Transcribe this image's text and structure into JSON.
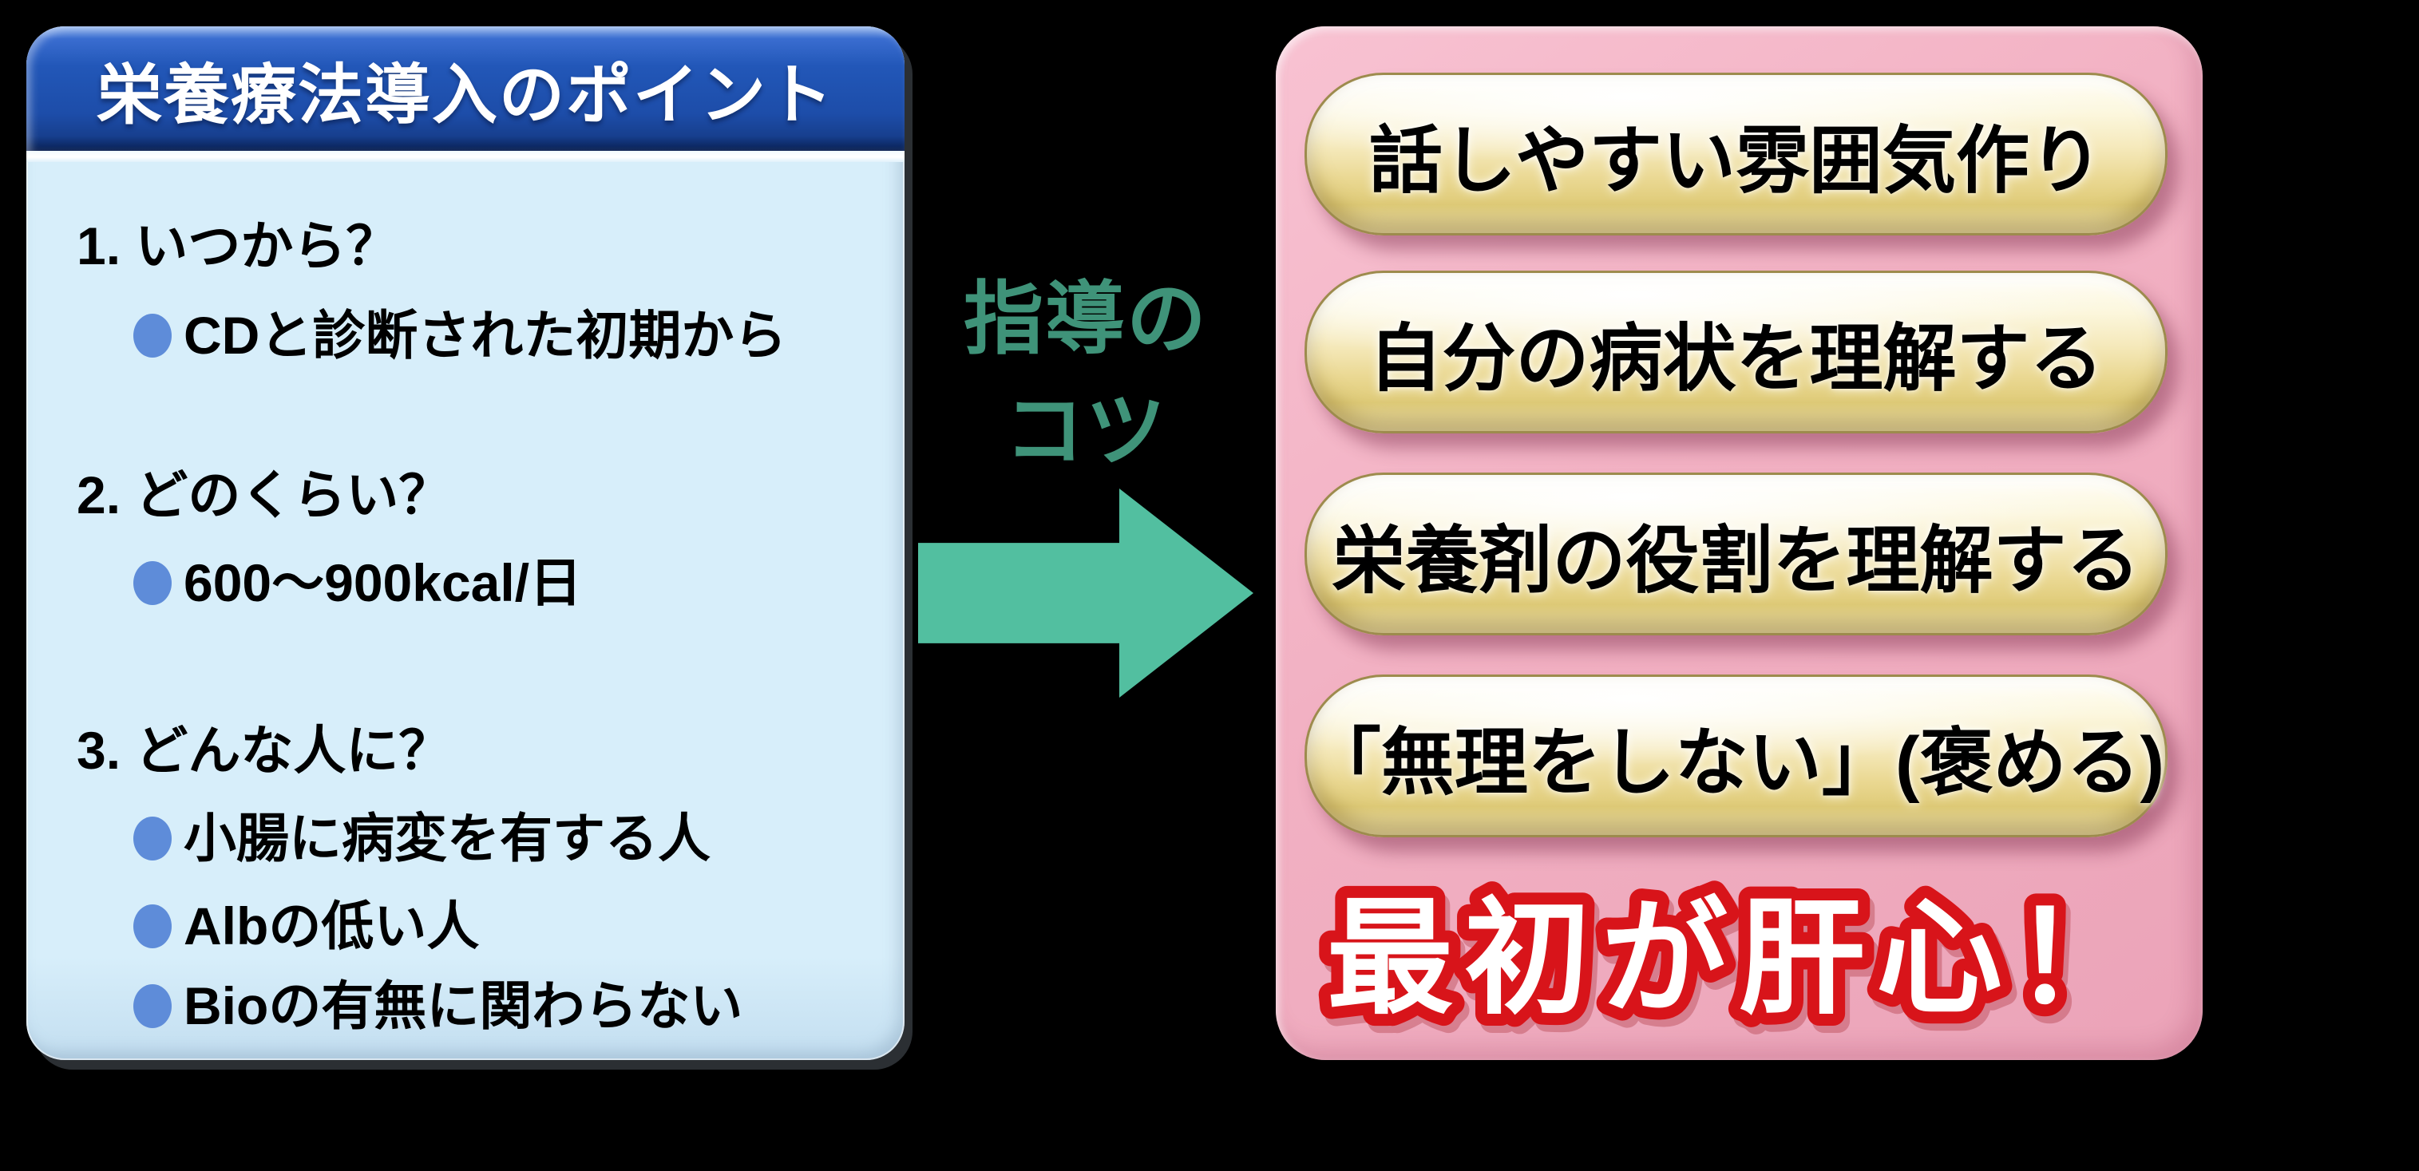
{
  "slide": {
    "left_panel": {
      "title": "栄養療法導入のポイント",
      "items": [
        {
          "heading": "1. いつから？",
          "bullets": [
            "CDと診断された初期から"
          ]
        },
        {
          "heading": "2. どのくらい？",
          "bullets": [
            "600〜900kcal/日"
          ]
        },
        {
          "heading": "3. どんな人に？",
          "bullets": [
            "小腸に病変を有する人",
            "Albの低い人",
            "Bioの有無に関わらない"
          ]
        }
      ]
    },
    "connector": {
      "label_line1": "指導の",
      "label_line2": "コツ"
    },
    "right_panel": {
      "tips": [
        "話しやすい雰囲気作り",
        "自分の病状を理解する",
        "栄養剤の役割を理解する",
        "「無理をしない」(褒める)"
      ],
      "emphasis": "最初が肝心！"
    },
    "colors": {
      "header_blue": "#2155B4",
      "panel_light_blue": "#D7EEFA",
      "bullet_blue": "#5E8CD9",
      "label_green": "#3F9379",
      "arrow_green": "#52BFA0",
      "panel_pink": "#F2B1C3",
      "button_gold": "#F3E5AE",
      "emphasis_red": "#D8141A"
    }
  }
}
